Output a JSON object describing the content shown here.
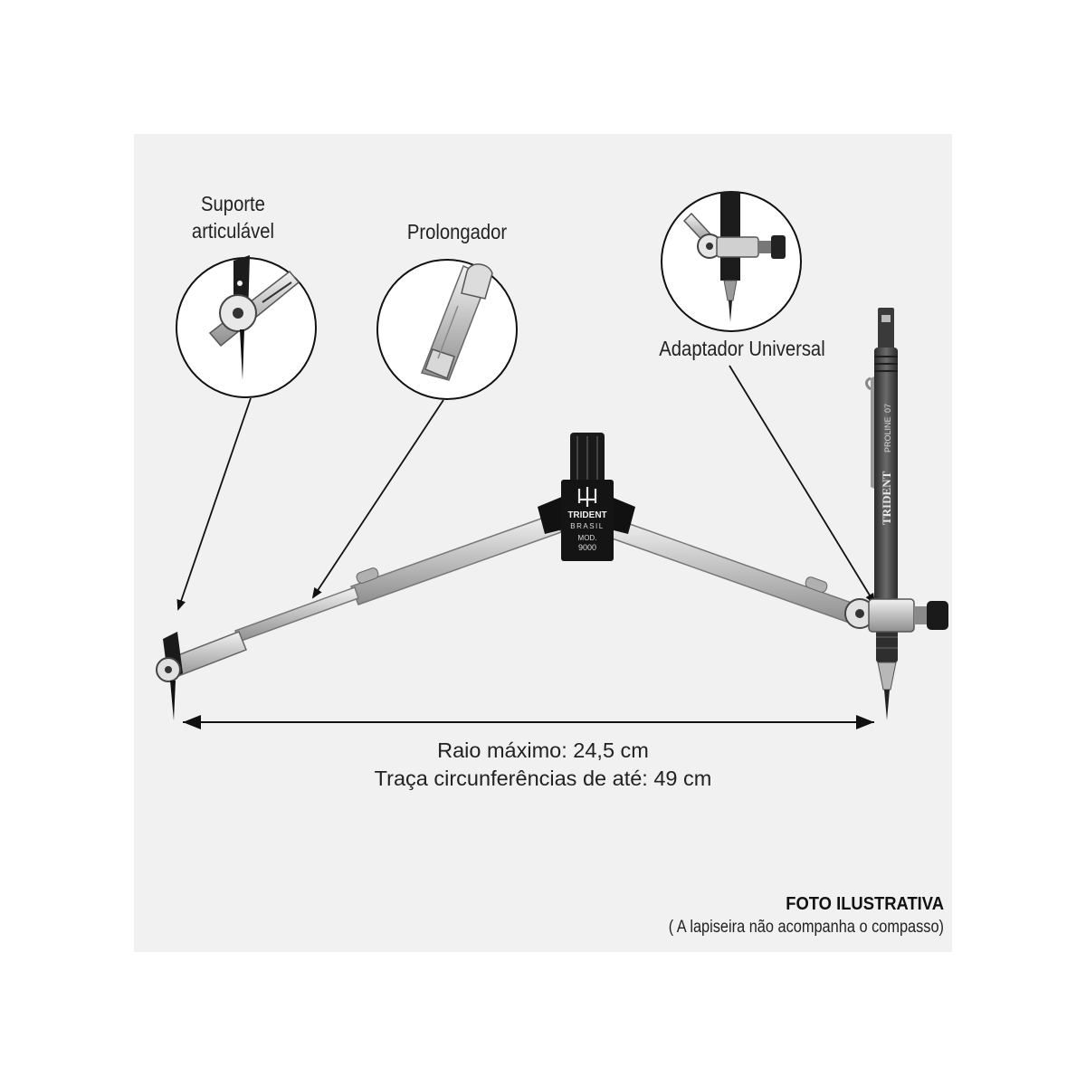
{
  "labels": {
    "suporte_line1": "Suporte",
    "suporte_line2": "articulável",
    "prolongador": "Prolongador",
    "adaptador": "Adaptador Universal"
  },
  "measurement": {
    "radius": "Raio máximo: 24,5 cm",
    "circumference": "Traça circunferências de até: 49 cm"
  },
  "note": {
    "title": "FOTO ILUSTRATIVA",
    "subtitle": "( A lapiseira não acompanha o compasso)"
  },
  "compass": {
    "brand": "TRIDENT",
    "origin": "BRASIL",
    "model_label": "MOD.",
    "model_number": "9000"
  },
  "pencil": {
    "brand": "TRIDENT",
    "line": "PROLINE",
    "size": "07"
  },
  "colors": {
    "panel": "#f1f1f1",
    "metal": "#c9c9c9",
    "dark": "#1a1a1a",
    "text": "#222222"
  }
}
